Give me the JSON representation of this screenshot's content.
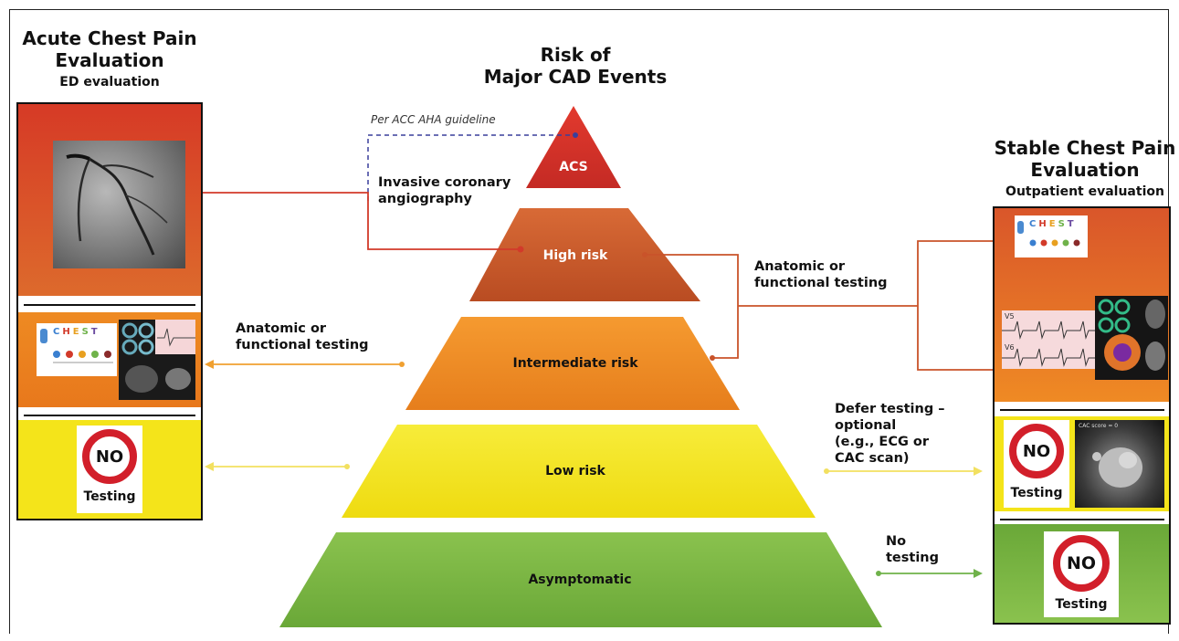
{
  "center_title": {
    "line1": "Risk of",
    "line2": "Major CAD Events"
  },
  "left_title": {
    "line1": "Acute Chest Pain",
    "line2": "Evaluation",
    "subtitle": "ED evaluation"
  },
  "right_title": {
    "line1": "Stable Chest Pain",
    "line2": "Evaluation",
    "subtitle": "Outpatient evaluation"
  },
  "tiers": {
    "acs": "ACS",
    "high": "High risk",
    "intermediate": "Intermediate risk",
    "low": "Low risk",
    "asymptomatic": "Asymptomatic"
  },
  "annotations": {
    "guideline": "Per ACC AHA guideline",
    "invasive_line1": "Invasive coronary",
    "invasive_line2": "angiography",
    "anatomic_right_line1": "Anatomic or",
    "anatomic_right_line2": "functional testing",
    "anatomic_left_line1": "Anatomic or",
    "anatomic_left_line2": "functional testing",
    "defer_line1": "Defer testing –",
    "defer_line2": "optional",
    "defer_line3": "(e.g., ECG or",
    "defer_line4": "CAC scan)",
    "no_testing_line1": "No",
    "no_testing_line2": "testing"
  },
  "no_sign": {
    "no": "NO",
    "testing": "Testing"
  },
  "chest_letters": [
    "C",
    "H",
    "E",
    "S",
    "T"
  ],
  "ecg_labels": {
    "v5": "V5",
    "v6": "V6"
  },
  "cac_caption": "CAC score = 0",
  "colors": {
    "red": "#d52b2b",
    "dark_orange": "#c9532a",
    "orange": "#ee8a22",
    "yellow": "#f4e41a",
    "green": "#76b043",
    "no_red": "#d21f2a",
    "line_red": "#d23a2a",
    "line_orange": "#f0a030",
    "line_yellow": "#f2e060",
    "line_green": "#6fb24a",
    "dash_blue": "#3a3f9c"
  }
}
